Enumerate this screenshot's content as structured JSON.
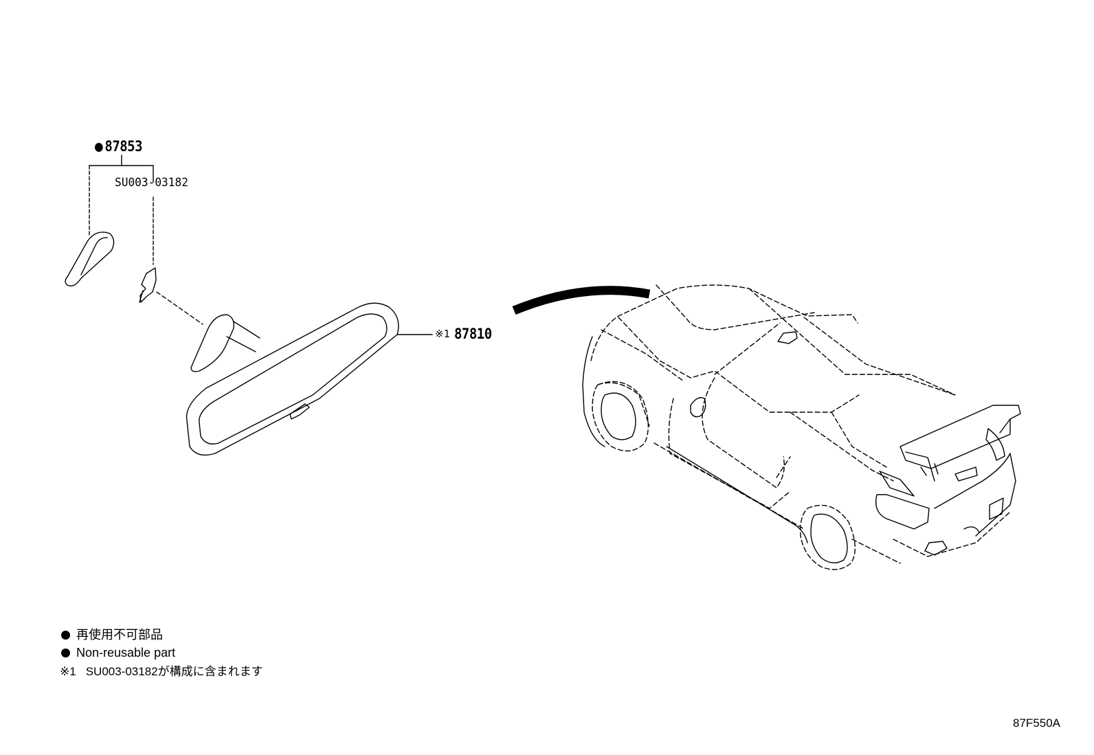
{
  "callouts": {
    "clip_part_no": "87853",
    "clip_sub_part_no": "SU003-03182",
    "mirror_ref_mark": "※1",
    "mirror_part_no": "87810"
  },
  "legend": {
    "line_jp": "再使用不可部品",
    "line_en": "Non-reusable part",
    "note_mark": "※1",
    "note_text": "SU003-03182が構成に含まれます"
  },
  "diagram_code": "87F550A"
}
